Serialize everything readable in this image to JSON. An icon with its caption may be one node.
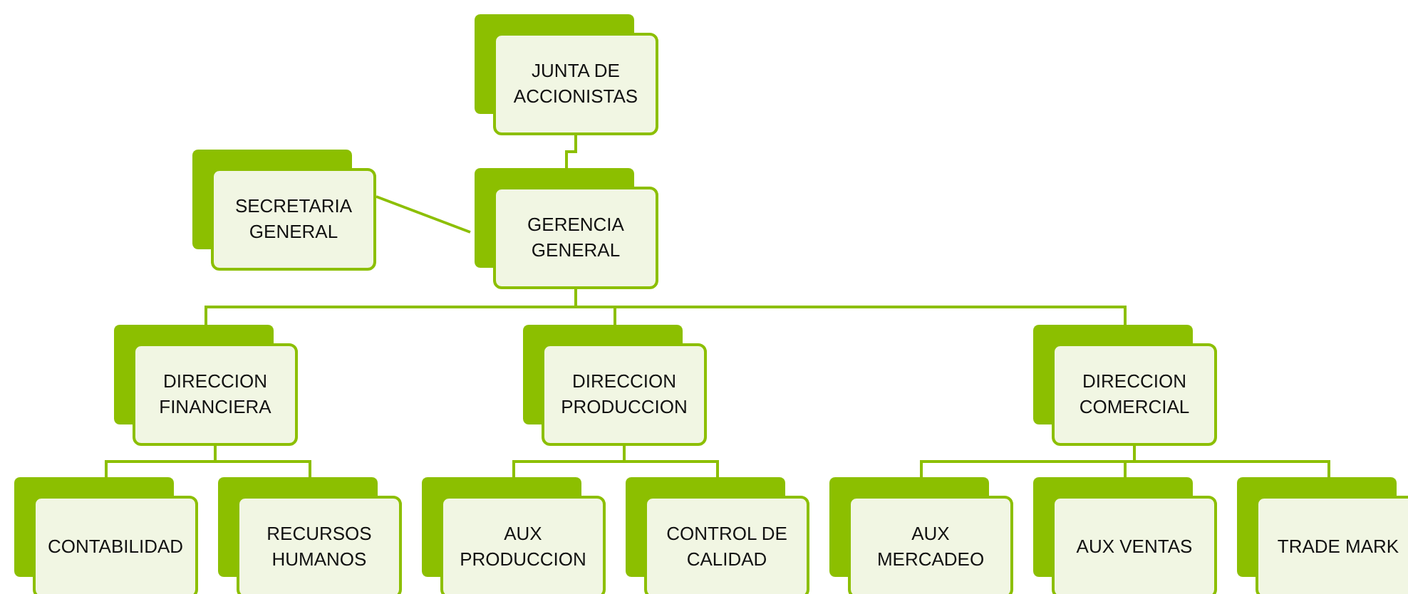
{
  "diagram": {
    "nodes": [
      {
        "text": [
          "JUNTA DE ACCIONISTAS"
        ]
      },
      {
        "text": [
          "SECRETARIA GENERAL"
        ]
      },
      {
        "text": [
          "GERENCIA GENERAL"
        ]
      },
      {
        "text": [
          "DIRECCION FINANCIERA"
        ]
      },
      {
        "text": [
          "DIRECCION PRODUCCION"
        ]
      },
      {
        "text": [
          "DIRECCION COMERCIAL"
        ]
      },
      {
        "text": [
          "CONTABILIDAD"
        ]
      },
      {
        "text": [
          "RECURSOS HUMANOS"
        ]
      },
      {
        "text": [
          "AUX PRODUCCION"
        ]
      },
      {
        "text": [
          "CONTROL DE CALIDAD"
        ]
      },
      {
        "text": [
          "AUX MERCADEO"
        ]
      },
      {
        "text": [
          "AUX VENTAS"
        ]
      },
      {
        "text": [
          "TRADE MARK"
        ]
      }
    ],
    "edges": [
      {
        "from": 0,
        "to": 2,
        "arrow": "none"
      },
      {
        "from": 1,
        "to": 2,
        "arrow": "none"
      },
      {
        "from": 2,
        "to": 3,
        "arrow": "none"
      },
      {
        "from": 2,
        "to": 4,
        "arrow": "none"
      },
      {
        "from": 2,
        "to": 5,
        "arrow": "none"
      },
      {
        "from": 3,
        "to": 6,
        "arrow": "none"
      },
      {
        "from": 3,
        "to": 7,
        "arrow": "none"
      },
      {
        "from": 4,
        "to": 8,
        "arrow": "none"
      },
      {
        "from": 4,
        "to": 9,
        "arrow": "none"
      },
      {
        "from": 5,
        "to": 10,
        "arrow": "none"
      },
      {
        "from": 5,
        "to": 11,
        "arrow": "none"
      },
      {
        "from": 5,
        "to": 12,
        "arrow": "none"
      }
    ]
  }
}
